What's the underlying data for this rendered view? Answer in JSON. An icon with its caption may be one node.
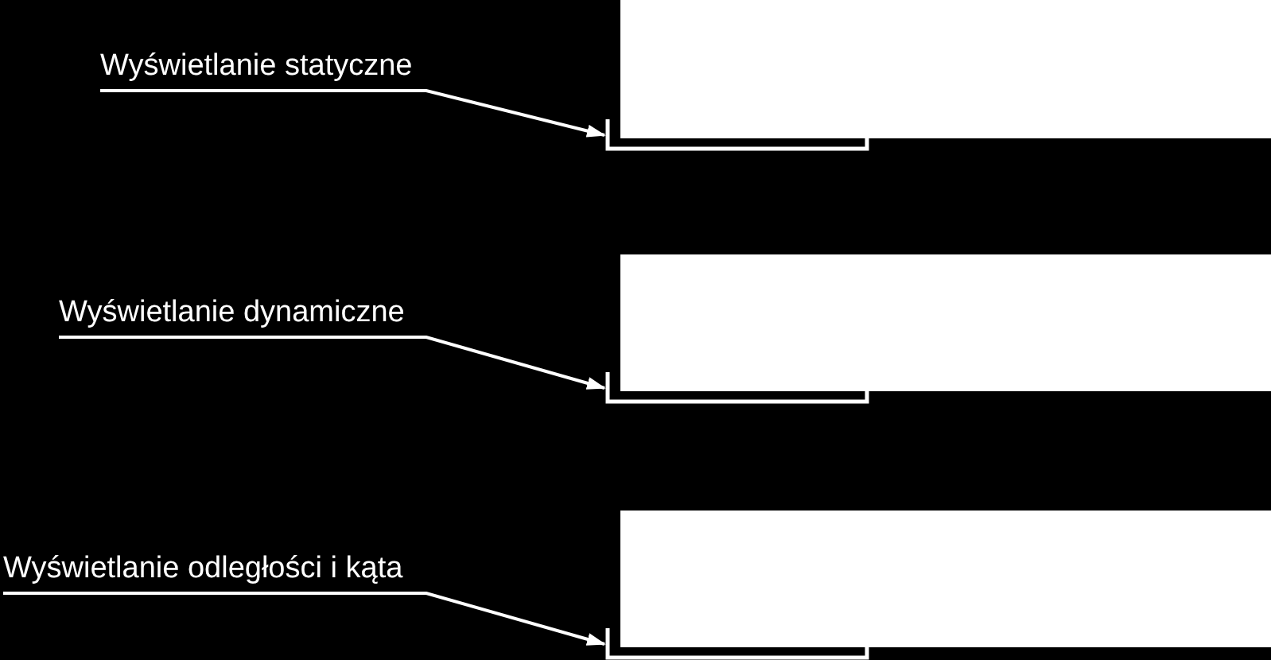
{
  "diagram": {
    "nodes": [
      {
        "text": [
          "Wyświetlanie statyczne"
        ]
      },
      {
        "text": [],
        "shape": "box"
      },
      {
        "text": [
          "Wyświetlanie dynamiczne"
        ]
      },
      {
        "text": [],
        "shape": "box"
      },
      {
        "text": [
          "Wyświetlanie odległości i kąta"
        ]
      },
      {
        "text": [],
        "shape": "box"
      }
    ],
    "edges": [
      {
        "from": 0,
        "to": 1,
        "arrow": "to"
      },
      {
        "from": 2,
        "to": 3,
        "arrow": "to"
      },
      {
        "from": 4,
        "to": 5,
        "arrow": "to"
      }
    ]
  }
}
